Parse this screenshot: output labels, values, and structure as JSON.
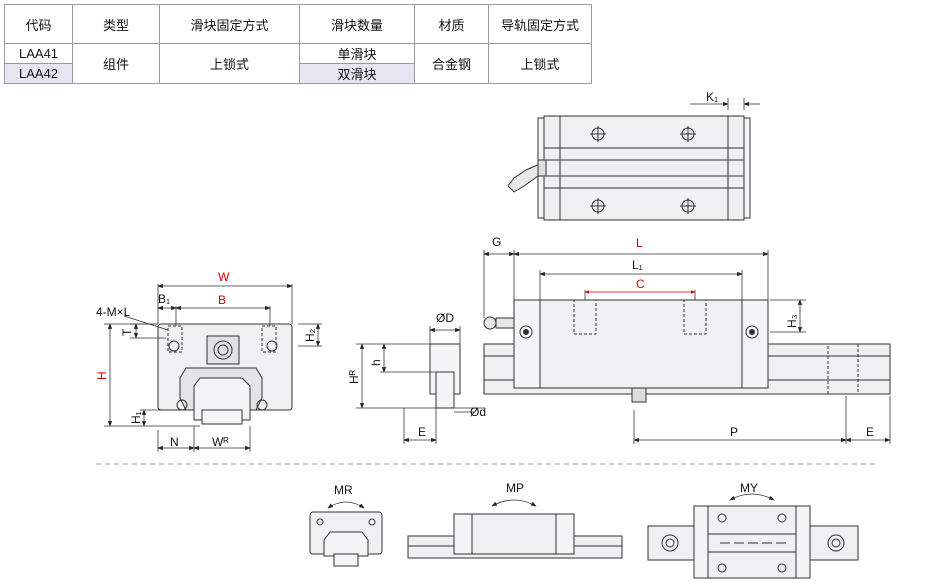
{
  "table": {
    "headers": [
      "代码",
      "类型",
      "滑块固定方式",
      "滑块数量",
      "材质",
      "导轨固定方式"
    ],
    "codes": [
      "LAA41",
      "LAA42"
    ],
    "type": "组件",
    "block_mount": "上锁式",
    "block_counts": [
      "单滑块",
      "双滑块"
    ],
    "material": "合金钢",
    "rail_mount": "上锁式"
  },
  "dims": {
    "K1": "K₁",
    "G": "G",
    "L": "L",
    "L1": "L₁",
    "C": "C",
    "H3": "H₃",
    "W": "W",
    "B1": "B₁",
    "B": "B",
    "M": "4-M×L",
    "T": "T",
    "H2": "H₂",
    "H": "H",
    "H1": "H₁",
    "N": "N",
    "WR": "Wᴿ",
    "D": "ØD",
    "h": "h",
    "HR": "Hᴿ",
    "d": "Ød",
    "E": "E",
    "P": "P",
    "E2": "E"
  },
  "moments": {
    "MR": "MR",
    "MP": "MP",
    "MY": "MY"
  },
  "colors": {
    "highlight": "#d40000",
    "line": "#333333",
    "body": "#eef0f2"
  }
}
